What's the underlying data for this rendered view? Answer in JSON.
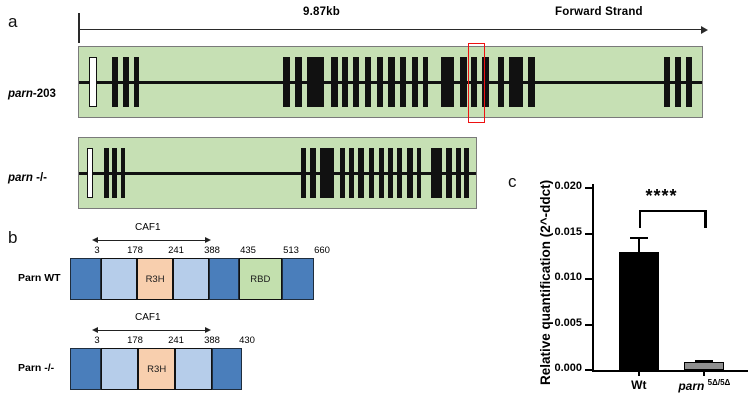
{
  "figure": {
    "panels": {
      "a": "a",
      "b": "b",
      "c": "c"
    }
  },
  "panel_a": {
    "scale_label": "9.87kb",
    "strand_label": "Forward Strand",
    "tracks": [
      {
        "name": "parn-203",
        "label_italic": "parn",
        "label_rest": "-203",
        "background_color": "#c6e0b4",
        "has_red_highlight": true
      },
      {
        "name": "parn -/-",
        "label_italic": "parn",
        "label_rest": " -/-",
        "background_color": "#c6e0b4",
        "has_red_highlight": false
      }
    ],
    "exon_color": "#111111",
    "highlight_color": "#ee1111",
    "track1_exons": [
      {
        "x": 2.0,
        "w": 1.6,
        "hollow": true
      },
      {
        "x": 6.4,
        "w": 1.2,
        "hollow": false
      },
      {
        "x": 8.6,
        "w": 1.2,
        "hollow": false
      },
      {
        "x": 10.8,
        "w": 1.0,
        "hollow": false
      },
      {
        "x": 40.0,
        "w": 1.3,
        "hollow": false
      },
      {
        "x": 42.3,
        "w": 1.3,
        "hollow": false
      },
      {
        "x": 44.6,
        "w": 3.4,
        "hollow": false
      },
      {
        "x": 49.4,
        "w": 1.3,
        "hollow": false
      },
      {
        "x": 51.6,
        "w": 1.0,
        "hollow": false
      },
      {
        "x": 53.6,
        "w": 1.3,
        "hollow": false
      },
      {
        "x": 56.0,
        "w": 1.2,
        "hollow": false
      },
      {
        "x": 58.4,
        "w": 1.2,
        "hollow": false
      },
      {
        "x": 60.6,
        "w": 1.2,
        "hollow": false
      },
      {
        "x": 62.9,
        "w": 1.2,
        "hollow": false
      },
      {
        "x": 65.2,
        "w": 1.2,
        "hollow": false
      },
      {
        "x": 67.3,
        "w": 1.0,
        "hollow": false
      },
      {
        "x": 70.8,
        "w": 2.6,
        "hollow": false
      },
      {
        "x": 74.6,
        "w": 1.3,
        "hollow": false
      },
      {
        "x": 76.8,
        "w": 1.2,
        "hollow": false
      },
      {
        "x": 79.0,
        "w": 1.2,
        "hollow": false
      },
      {
        "x": 82.0,
        "w": 1.3,
        "hollow": false
      },
      {
        "x": 84.2,
        "w": 2.8,
        "hollow": false
      },
      {
        "x": 88.0,
        "w": 1.3,
        "hollow": false
      },
      {
        "x": 114.5,
        "w": 1.2,
        "hollow": false
      },
      {
        "x": 116.7,
        "w": 1.2,
        "hollow": false
      },
      {
        "x": 118.8,
        "w": 1.2,
        "hollow": false
      }
    ],
    "track2_exons": [
      {
        "x": 2.0,
        "w": 1.6,
        "hollow": true
      },
      {
        "x": 6.4,
        "w": 1.2,
        "hollow": false
      },
      {
        "x": 8.6,
        "w": 1.2,
        "hollow": false
      },
      {
        "x": 10.8,
        "w": 1.0,
        "hollow": false
      },
      {
        "x": 57.0,
        "w": 1.4,
        "hollow": false
      },
      {
        "x": 59.4,
        "w": 1.4,
        "hollow": false
      },
      {
        "x": 62.0,
        "w": 3.6,
        "hollow": false
      },
      {
        "x": 67.0,
        "w": 1.4,
        "hollow": false
      },
      {
        "x": 69.4,
        "w": 1.2,
        "hollow": false
      },
      {
        "x": 71.8,
        "w": 1.4,
        "hollow": false
      },
      {
        "x": 74.4,
        "w": 1.3,
        "hollow": false
      },
      {
        "x": 77.0,
        "w": 1.3,
        "hollow": false
      },
      {
        "x": 79.4,
        "w": 1.3,
        "hollow": false
      },
      {
        "x": 81.8,
        "w": 1.3,
        "hollow": false
      },
      {
        "x": 84.4,
        "w": 1.3,
        "hollow": false
      },
      {
        "x": 86.8,
        "w": 1.1,
        "hollow": false
      },
      {
        "x": 90.4,
        "w": 2.8,
        "hollow": false
      },
      {
        "x": 94.4,
        "w": 1.4,
        "hollow": false
      },
      {
        "x": 96.8,
        "w": 1.3,
        "hollow": false
      },
      {
        "x": 99.0,
        "w": 1.3,
        "hollow": false
      }
    ]
  },
  "panel_b": {
    "domain_label": "CAF1",
    "proteins": [
      {
        "label": "Parn WT",
        "coords": [
          "3",
          "178",
          "241",
          "388",
          "435",
          "513",
          "660"
        ],
        "segments": [
          {
            "name": "n-term",
            "label": "",
            "style": "dark",
            "flex": 1.05
          },
          {
            "name": "caf1-left",
            "label": "",
            "style": "light",
            "flex": 1.25
          },
          {
            "name": "r3h",
            "label": "R3H",
            "style": "peach",
            "flex": 1.25
          },
          {
            "name": "caf1-right",
            "label": "",
            "style": "light",
            "flex": 1.25
          },
          {
            "name": "linker",
            "label": "",
            "style": "dark",
            "flex": 1.0
          },
          {
            "name": "rbd",
            "label": "RBD",
            "style": "green",
            "flex": 1.5
          },
          {
            "name": "c-term",
            "label": "",
            "style": "dark",
            "flex": 1.1
          }
        ]
      },
      {
        "label": "Parn -/-",
        "coords": [
          "3",
          "178",
          "241",
          "388",
          "430"
        ],
        "segments": [
          {
            "name": "n-term",
            "label": "",
            "style": "dark",
            "flex": 1.05
          },
          {
            "name": "caf1-left",
            "label": "",
            "style": "light",
            "flex": 1.25
          },
          {
            "name": "r3h",
            "label": "R3H",
            "style": "peach",
            "flex": 1.25
          },
          {
            "name": "caf1-right",
            "label": "",
            "style": "light",
            "flex": 1.25
          },
          {
            "name": "c-term",
            "label": "",
            "style": "dark",
            "flex": 1.0
          }
        ]
      }
    ]
  },
  "chart_data": {
    "type": "bar",
    "title": "",
    "xlabel": "",
    "ylabel": "Relative quantification (2^-ddct)",
    "ylim": [
      0.0,
      0.02
    ],
    "yticks": [
      "0.000",
      "0.005",
      "0.010",
      "0.015",
      "0.020"
    ],
    "ytick_values": [
      0.0,
      0.005,
      0.01,
      0.015,
      0.02
    ],
    "grid": false,
    "legend": "none",
    "categories": [
      "Wt",
      "parn5Δ/5Δ"
    ],
    "category_labels": [
      {
        "italic": "",
        "plain": "Wt",
        "sup": ""
      },
      {
        "italic": "parn",
        "plain": " ",
        "sup": "5Δ/5Δ"
      }
    ],
    "values": [
      0.013,
      0.0009
    ],
    "errors": [
      0.0016,
      0.0002
    ],
    "bar_colors": [
      "#000000",
      "#8f8f8f"
    ],
    "annotation": "****",
    "annotation_meaning": "significance bracket between Wt and parn5Δ/5Δ"
  }
}
